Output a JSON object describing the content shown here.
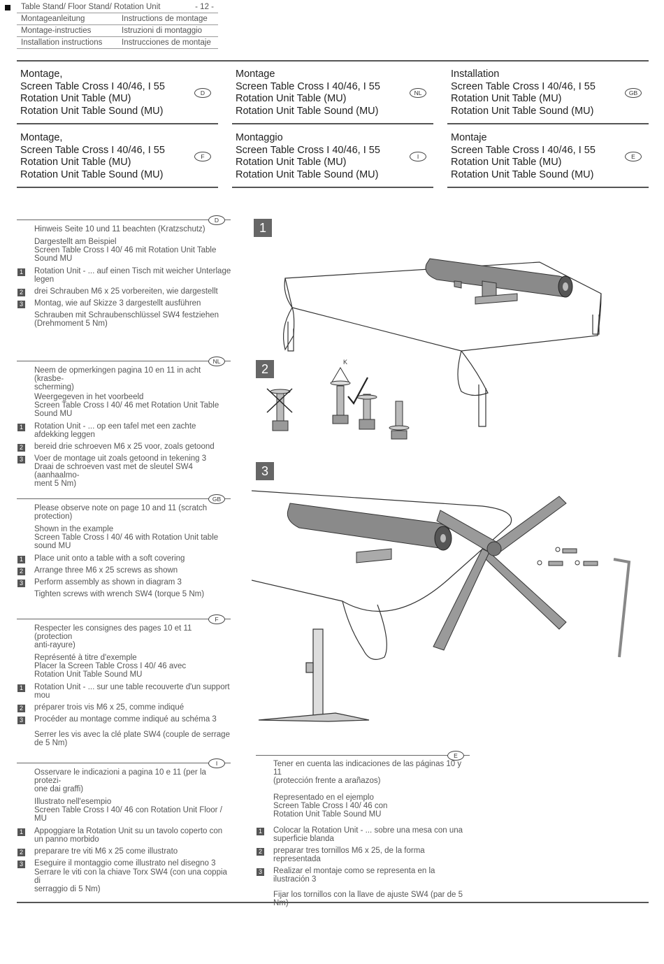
{
  "header": {
    "title": "Table Stand/ Floor Stand/ Rotation Unit",
    "page": "- 12 -",
    "langs": [
      [
        "Montageanleitung",
        "Instructions de montage"
      ],
      [
        "Montage-instructies",
        "Istruzioni di montaggio"
      ],
      [
        "Installation instructions",
        "Instrucciones de montaje"
      ]
    ]
  },
  "titles": [
    {
      "l1": "Montage,",
      "l2": "Screen Table Cross I 40/46, I 55",
      "l3": "Rotation Unit Table (MU)",
      "l4": "Rotation Unit Table Sound (MU)",
      "lang": "D"
    },
    {
      "l1": "Montage",
      "l2": "Screen Table Cross I 40/46, I 55",
      "l3": "Rotation Unit Table (MU)",
      "l4": "Rotation Unit Table Sound (MU)",
      "lang": "NL"
    },
    {
      "l1": "Installation",
      "l2": "Screen Table Cross I 40/46, I 55",
      "l3": "Rotation Unit Table (MU)",
      "l4": "Rotation Unit Table Sound (MU)",
      "lang": "GB"
    },
    {
      "l1": "Montage,",
      "l2": "Screen Table Cross I 40/46, I 55",
      "l3": "Rotation Unit Table (MU)",
      "l4": "Rotation Unit Table Sound (MU)",
      "lang": "F"
    },
    {
      "l1": "Montaggio",
      "l2": "Screen Table Cross I 40/46, I 55",
      "l3": "Rotation Unit Table (MU)",
      "l4": "Rotation Unit Table Sound (MU)",
      "lang": "I"
    },
    {
      "l1": "Montaje",
      "l2": "Screen Table Cross I 40/46, I 55",
      "l3": "Rotation Unit Table (MU)",
      "l4": "Rotation Unit Table Sound (MU)",
      "lang": "E"
    }
  ],
  "sections": {
    "D": {
      "lang": "D",
      "note": "Hinweis Seite 10 und 11 beachten (Kratzschutz)",
      "example": "Dargestellt am Beispiel\nScreen Table Cross I 40/ 46 mit Rotation Unit Table\nSound MU",
      "steps": [
        {
          "n": "1",
          "t": "Rotation Unit - ... auf einen Tisch mit weicher Unterlage legen"
        },
        {
          "n": "2",
          "t": "drei Schrauben M6 x 25 vorbereiten, wie dargestellt"
        },
        {
          "n": "3",
          "t": "Montag, wie auf Skizze 3 dargestellt ausführen"
        }
      ],
      "final": "Schrauben mit Schraubenschlüssel SW4 festziehen (Drehmoment 5 Nm)"
    },
    "NL": {
      "lang": "NL",
      "note": "Neem de opmerkingen pagina 10 en 11 in acht (krasbe-\nscherming)",
      "example": "Weergegeven in het voorbeeld\nScreen Table Cross I 40/ 46 met Rotation Unit Table\nSound MU",
      "steps": [
        {
          "n": "1",
          "t": "Rotation Unit - ... op een tafel met een zachte afdekking leggen"
        },
        {
          "n": "2",
          "t": "bereid drie schroeven M6 x 25 voor, zoals getoond"
        },
        {
          "n": "3",
          "t": "Voer de montage uit zoals getoond in tekening 3"
        }
      ],
      "final": "Draai de schroeven vast met de sleutel SW4 (aanhaalmo-\nment 5 Nm)"
    },
    "GB": {
      "lang": "GB",
      "note": "Please observe note on page 10 and 11 (scratch\nprotection)",
      "example": "Shown in the example\nScreen Table Cross I 40/ 46 with Rotation Unit table\nsound MU",
      "steps": [
        {
          "n": "1",
          "t": "Place unit onto a table with a soft covering"
        },
        {
          "n": "2",
          "t": "Arrange three M6 x 25 screws as shown"
        },
        {
          "n": "3",
          "t": "Perform assembly as shown in diagram 3"
        }
      ],
      "final": "Tighten screws with wrench SW4 (torque 5 Nm)"
    },
    "F": {
      "lang": "F",
      "note": "Respecter les consignes des pages 10 et 11 (protection\nanti-rayure)",
      "example": "Représenté à titre d'exemple\nPlacer la Screen Table Cross I 40/ 46 avec\nRotation Unit Table Sound MU",
      "steps": [
        {
          "n": "1",
          "t": "Rotation Unit - ... sur une table recouverte d'un support mou"
        },
        {
          "n": "2",
          "t": "préparer trois vis M6 x 25, comme indiqué"
        },
        {
          "n": "3",
          "t": "Procéder au montage comme indiqué au schéma 3"
        }
      ],
      "final": "Serrer les vis avec la clé plate SW4 (couple de serrage\nde 5 Nm)"
    },
    "I": {
      "lang": "I",
      "note": "Osservare le indicazioni a pagina 10 e 11 (per la protezi-\none dai graffi)",
      "example": "Illustrato nell'esempio\nScreen Table Cross I 40/ 46 con Rotation Unit Floor / MU",
      "steps": [
        {
          "n": "1",
          "t": "Appoggiare la Rotation Unit su un tavolo coperto con un panno morbido"
        },
        {
          "n": "2",
          "t": "preparare tre viti M6 x 25 come illustrato"
        },
        {
          "n": "3",
          "t": "Eseguire il montaggio come illustrato nel disegno 3"
        }
      ],
      "final": "Serrare le viti con la chiave Torx SW4 (con una coppia di\nserraggio di 5 Nm)"
    },
    "E": {
      "lang": "E",
      "note": "Tener en cuenta las indicaciones de las páginas 10 y 11\n(protección frente a arañazos)",
      "example": "Representado en el ejemplo\nScreen Table Cross I 40/ 46 con\nRotation Unit Table Sound MU",
      "steps": [
        {
          "n": "1",
          "t": "Colocar la Rotation Unit - ... sobre una mesa con una superficie blanda"
        },
        {
          "n": "2",
          "t": "preparar tres tornillos M6 x 25, de la forma representada"
        },
        {
          "n": "3",
          "t": "Realizar el montaje como se representa en la ilustración 3"
        }
      ],
      "final": "Fijar los tornillos con la llave de ajuste SW4 (par de 5\nNm)"
    }
  },
  "figures": {
    "f1": "1",
    "f2": "2",
    "f3": "3",
    "k_label": "K"
  },
  "colors": {
    "text": "#444444",
    "figure_label_bg": "#666666"
  }
}
